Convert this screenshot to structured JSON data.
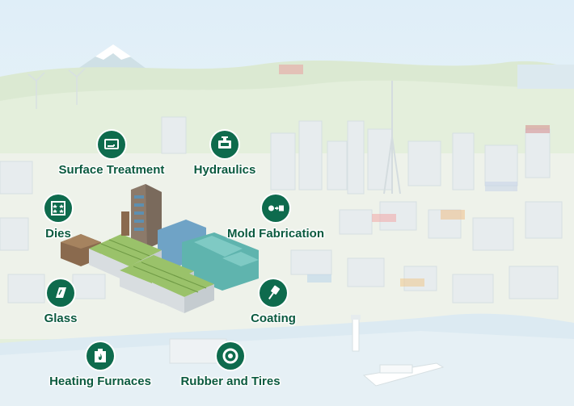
{
  "colors": {
    "brand": "#0e6b4d",
    "label": "#0b5a3f"
  },
  "categories": [
    {
      "id": "surface-treatment",
      "label": "Surface Treatment",
      "icon": "surface-treatment-icon"
    },
    {
      "id": "hydraulics",
      "label": "Hydraulics",
      "icon": "hydraulics-icon"
    },
    {
      "id": "dies",
      "label": "Dies",
      "icon": "dies-icon"
    },
    {
      "id": "mold-fabrication",
      "label": "Mold Fabrication",
      "icon": "mold-fabrication-icon"
    },
    {
      "id": "glass",
      "label": "Glass",
      "icon": "glass-icon"
    },
    {
      "id": "coating",
      "label": "Coating",
      "icon": "coating-icon"
    },
    {
      "id": "heating-furnaces",
      "label": "Heating Furnaces",
      "icon": "heating-furnace-icon"
    },
    {
      "id": "rubber-and-tires",
      "label": "Rubber and Tires",
      "icon": "tire-icon"
    }
  ]
}
